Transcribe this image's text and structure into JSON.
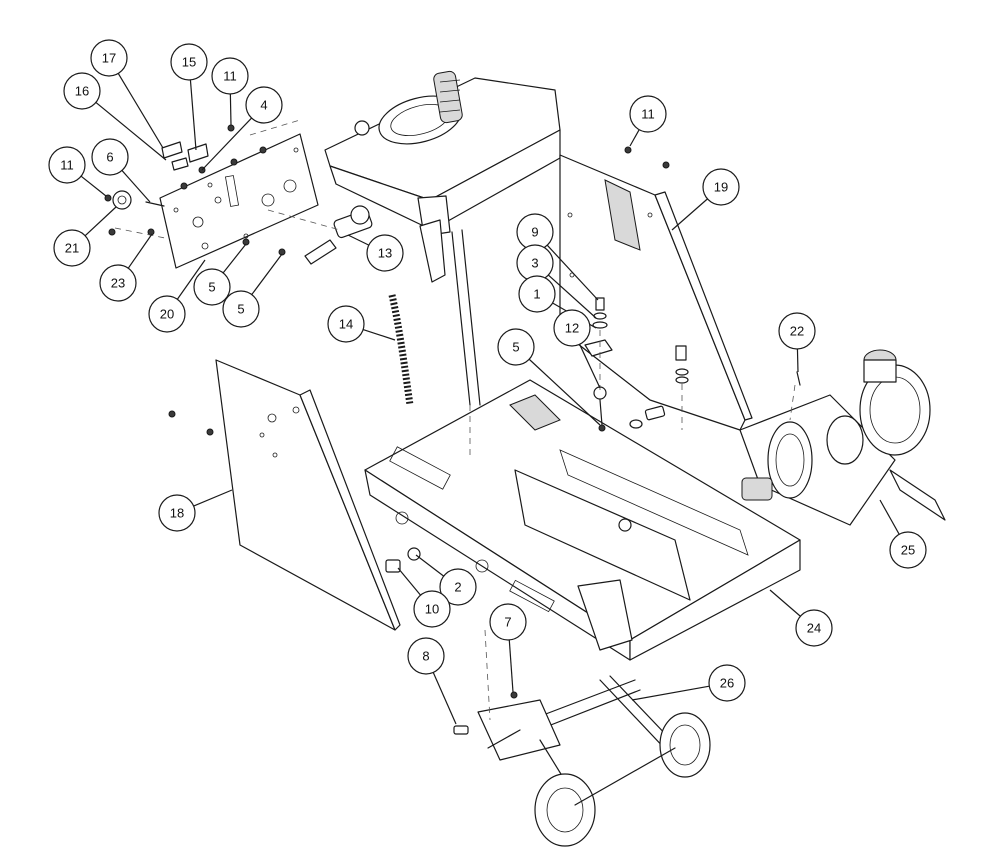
{
  "diagram": {
    "colors": {
      "line": "#1a1a1a",
      "shade": "#d9d9d9",
      "background": "#ffffff"
    },
    "callouts": [
      {
        "label": "17"
      },
      {
        "label": "15"
      },
      {
        "label": "11"
      },
      {
        "label": "16"
      },
      {
        "label": "4"
      },
      {
        "label": "11"
      },
      {
        "label": "6"
      },
      {
        "label": "21"
      },
      {
        "label": "23"
      },
      {
        "label": "20"
      },
      {
        "label": "5"
      },
      {
        "label": "5"
      },
      {
        "label": "13"
      },
      {
        "label": "14"
      },
      {
        "label": "11"
      },
      {
        "label": "19"
      },
      {
        "label": "9"
      },
      {
        "label": "3"
      },
      {
        "label": "1"
      },
      {
        "label": "12"
      },
      {
        "label": "5"
      },
      {
        "label": "22"
      },
      {
        "label": "18"
      },
      {
        "label": "2"
      },
      {
        "label": "10"
      },
      {
        "label": "25"
      },
      {
        "label": "24"
      },
      {
        "label": "7"
      },
      {
        "label": "8"
      },
      {
        "label": "26"
      }
    ]
  }
}
